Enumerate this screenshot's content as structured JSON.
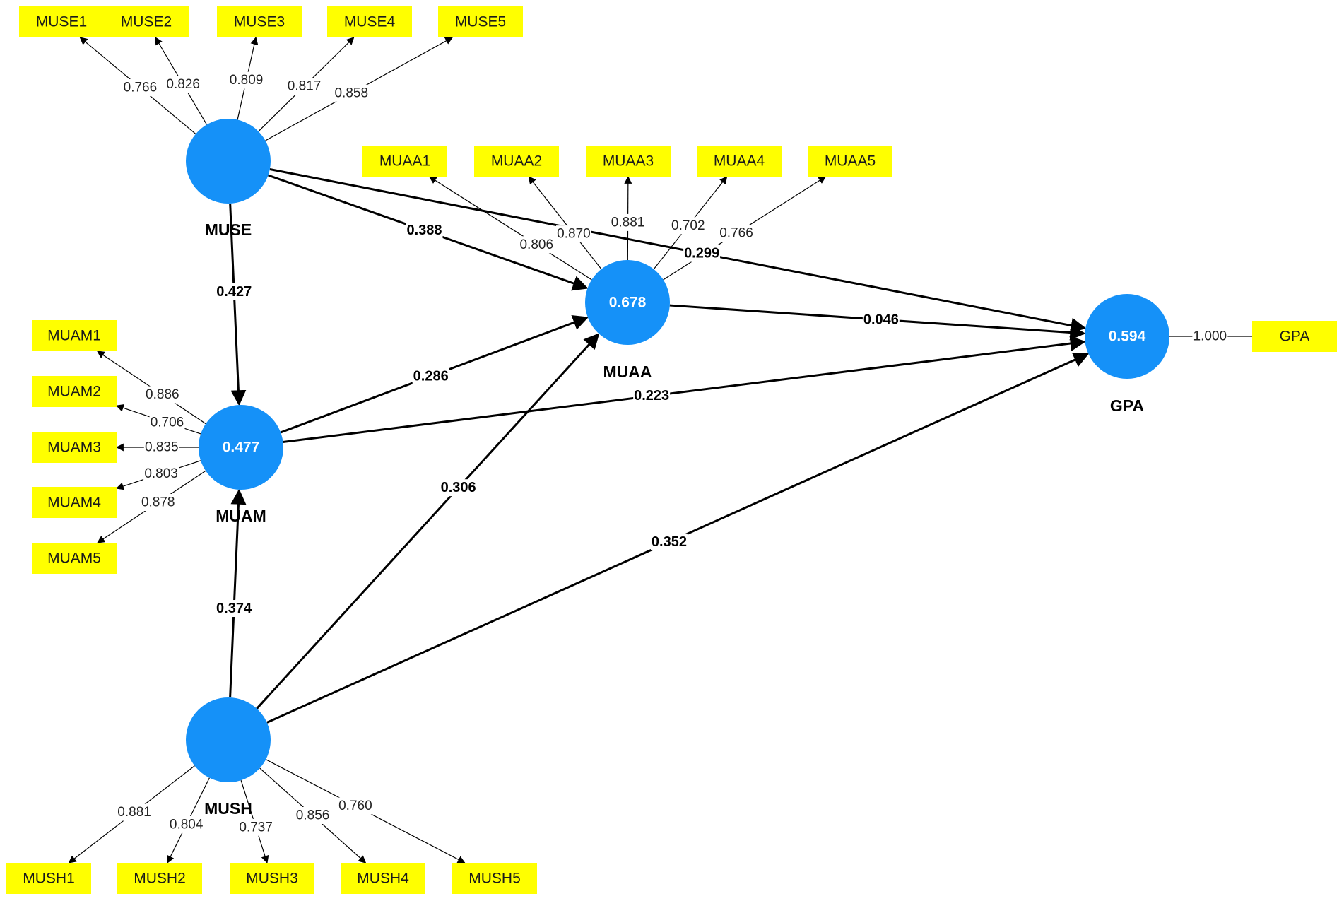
{
  "colors": {
    "latent_fill": "#1591f8",
    "indicator_fill": "#ffff00",
    "line": "#000000"
  },
  "latents": [
    {
      "id": "MUSE",
      "name": "MUSE",
      "r2": ""
    },
    {
      "id": "MUAM",
      "name": "MUAM",
      "r2": "0.477"
    },
    {
      "id": "MUSH",
      "name": "MUSH",
      "r2": ""
    },
    {
      "id": "MUAA",
      "name": "MUAA",
      "r2": "0.678"
    },
    {
      "id": "GPA",
      "name": "GPA",
      "r2": "0.594"
    }
  ],
  "indicators": [
    {
      "id": "MUSE1",
      "label": "MUSE1",
      "latent": "MUSE",
      "loading": "0.766"
    },
    {
      "id": "MUSE2",
      "label": "MUSE2",
      "latent": "MUSE",
      "loading": "0.826"
    },
    {
      "id": "MUSE3",
      "label": "MUSE3",
      "latent": "MUSE",
      "loading": "0.809"
    },
    {
      "id": "MUSE4",
      "label": "MUSE4",
      "latent": "MUSE",
      "loading": "0.817"
    },
    {
      "id": "MUSE5",
      "label": "MUSE5",
      "latent": "MUSE",
      "loading": "0.858"
    },
    {
      "id": "MUAA1",
      "label": "MUAA1",
      "latent": "MUAA",
      "loading": "0.806"
    },
    {
      "id": "MUAA2",
      "label": "MUAA2",
      "latent": "MUAA",
      "loading": "0.870"
    },
    {
      "id": "MUAA3",
      "label": "MUAA3",
      "latent": "MUAA",
      "loading": "0.881"
    },
    {
      "id": "MUAA4",
      "label": "MUAA4",
      "latent": "MUAA",
      "loading": "0.702"
    },
    {
      "id": "MUAA5",
      "label": "MUAA5",
      "latent": "MUAA",
      "loading": "0.766"
    },
    {
      "id": "MUAM1",
      "label": "MUAM1",
      "latent": "MUAM",
      "loading": "0.886"
    },
    {
      "id": "MUAM2",
      "label": "MUAM2",
      "latent": "MUAM",
      "loading": "0.706"
    },
    {
      "id": "MUAM3",
      "label": "MUAM3",
      "latent": "MUAM",
      "loading": "0.835"
    },
    {
      "id": "MUAM4",
      "label": "MUAM4",
      "latent": "MUAM",
      "loading": "0.803"
    },
    {
      "id": "MUAM5",
      "label": "MUAM5",
      "latent": "MUAM",
      "loading": "0.878"
    },
    {
      "id": "MUSH1",
      "label": "MUSH1",
      "latent": "MUSH",
      "loading": "0.881"
    },
    {
      "id": "MUSH2",
      "label": "MUSH2",
      "latent": "MUSH",
      "loading": "0.804"
    },
    {
      "id": "MUSH3",
      "label": "MUSH3",
      "latent": "MUSH",
      "loading": "0.737"
    },
    {
      "id": "MUSH4",
      "label": "MUSH4",
      "latent": "MUSH",
      "loading": "0.856"
    },
    {
      "id": "MUSH5",
      "label": "MUSH5",
      "latent": "MUSH",
      "loading": "0.760"
    },
    {
      "id": "GPA_IND",
      "label": "GPA",
      "latent": "GPA",
      "loading": "1.000"
    }
  ],
  "paths": [
    {
      "from": "MUSE",
      "to": "MUAM",
      "coef": "0.427"
    },
    {
      "from": "MUSE",
      "to": "MUAA",
      "coef": "0.388"
    },
    {
      "from": "MUSE",
      "to": "GPA",
      "coef": "0.299"
    },
    {
      "from": "MUAM",
      "to": "MUAA",
      "coef": "0.286"
    },
    {
      "from": "MUAM",
      "to": "GPA",
      "coef": "0.223"
    },
    {
      "from": "MUAA",
      "to": "GPA",
      "coef": "0.046"
    },
    {
      "from": "MUSH",
      "to": "MUAM",
      "coef": "0.374"
    },
    {
      "from": "MUSH",
      "to": "MUAA",
      "coef": "0.306"
    },
    {
      "from": "MUSH",
      "to": "GPA",
      "coef": "0.352"
    }
  ]
}
